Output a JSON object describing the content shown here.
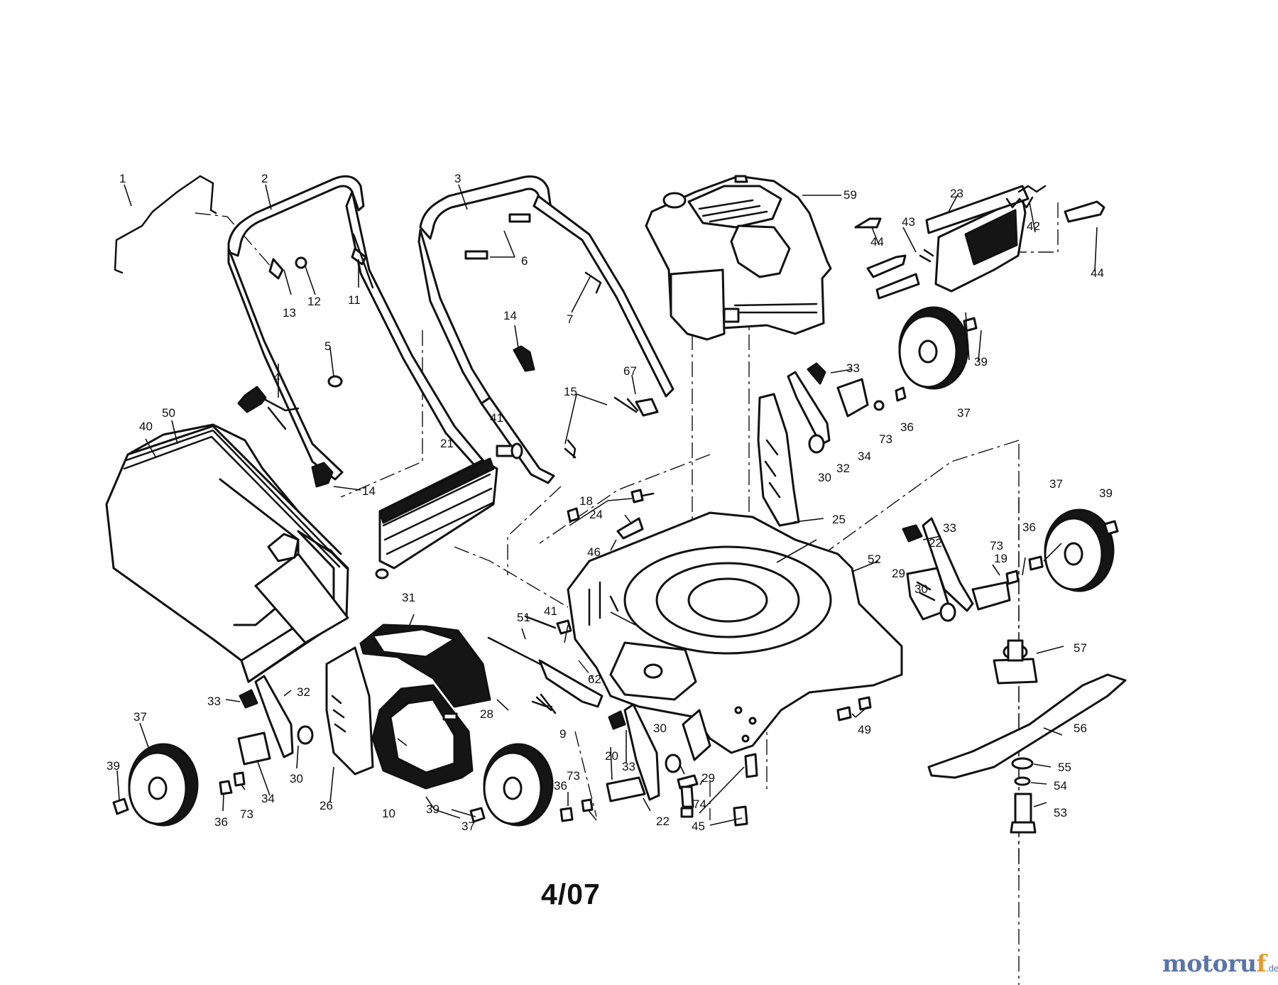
{
  "diagram": {
    "page_code": "4/07",
    "watermark": {
      "main": "motoru",
      "accent": "f",
      "tld": ".de"
    },
    "callouts": [
      {
        "id": "c1",
        "label": "1"
      },
      {
        "id": "c2",
        "label": "2"
      },
      {
        "id": "c3",
        "label": "3"
      },
      {
        "id": "c4",
        "label": "4"
      },
      {
        "id": "c5",
        "label": "5"
      },
      {
        "id": "c6",
        "label": "6"
      },
      {
        "id": "c7",
        "label": "7"
      },
      {
        "id": "c9",
        "label": "9"
      },
      {
        "id": "c10",
        "label": "10"
      },
      {
        "id": "c11",
        "label": "11"
      },
      {
        "id": "c12",
        "label": "12"
      },
      {
        "id": "c13",
        "label": "13"
      },
      {
        "id": "c14a",
        "label": "14"
      },
      {
        "id": "c14b",
        "label": "14"
      },
      {
        "id": "c15",
        "label": "15"
      },
      {
        "id": "c18",
        "label": "18"
      },
      {
        "id": "c19",
        "label": "19"
      },
      {
        "id": "c20",
        "label": "20"
      },
      {
        "id": "c21",
        "label": "21"
      },
      {
        "id": "c22a",
        "label": "22"
      },
      {
        "id": "c22b",
        "label": "22"
      },
      {
        "id": "c23",
        "label": "23"
      },
      {
        "id": "c24",
        "label": "24"
      },
      {
        "id": "c25",
        "label": "25"
      },
      {
        "id": "c26",
        "label": "26"
      },
      {
        "id": "c28",
        "label": "28"
      },
      {
        "id": "c29a",
        "label": "29"
      },
      {
        "id": "c29b",
        "label": "29"
      },
      {
        "id": "c30a",
        "label": "30"
      },
      {
        "id": "c30b",
        "label": "30"
      },
      {
        "id": "c30c",
        "label": "30"
      },
      {
        "id": "c30d",
        "label": "30"
      },
      {
        "id": "c31",
        "label": "31"
      },
      {
        "id": "c32a",
        "label": "32"
      },
      {
        "id": "c32b",
        "label": "32"
      },
      {
        "id": "c33a",
        "label": "33"
      },
      {
        "id": "c33b",
        "label": "33"
      },
      {
        "id": "c33c",
        "label": "33"
      },
      {
        "id": "c33d",
        "label": "33"
      },
      {
        "id": "c34a",
        "label": "34"
      },
      {
        "id": "c34b",
        "label": "34"
      },
      {
        "id": "c36a",
        "label": "36"
      },
      {
        "id": "c36b",
        "label": "36"
      },
      {
        "id": "c36c",
        "label": "36"
      },
      {
        "id": "c36d",
        "label": "36"
      },
      {
        "id": "c37a",
        "label": "37"
      },
      {
        "id": "c37b",
        "label": "37"
      },
      {
        "id": "c37c",
        "label": "37"
      },
      {
        "id": "c37d",
        "label": "37"
      },
      {
        "id": "c39a",
        "label": "39"
      },
      {
        "id": "c39b",
        "label": "39"
      },
      {
        "id": "c39c",
        "label": "39"
      },
      {
        "id": "c39d",
        "label": "39"
      },
      {
        "id": "c40",
        "label": "40"
      },
      {
        "id": "c41a",
        "label": "41"
      },
      {
        "id": "c41b",
        "label": "41"
      },
      {
        "id": "c42",
        "label": "42"
      },
      {
        "id": "c43",
        "label": "43"
      },
      {
        "id": "c44a",
        "label": "44"
      },
      {
        "id": "c44b",
        "label": "44"
      },
      {
        "id": "c45",
        "label": "45"
      },
      {
        "id": "c46",
        "label": "46"
      },
      {
        "id": "c49",
        "label": "49"
      },
      {
        "id": "c50",
        "label": "50"
      },
      {
        "id": "c51",
        "label": "51"
      },
      {
        "id": "c52",
        "label": "52"
      },
      {
        "id": "c53",
        "label": "53"
      },
      {
        "id": "c54",
        "label": "54"
      },
      {
        "id": "c55",
        "label": "55"
      },
      {
        "id": "c56",
        "label": "56"
      },
      {
        "id": "c57",
        "label": "57"
      },
      {
        "id": "c59",
        "label": "59"
      },
      {
        "id": "c62",
        "label": "62"
      },
      {
        "id": "c67",
        "label": "67"
      },
      {
        "id": "c73a",
        "label": "73"
      },
      {
        "id": "c73b",
        "label": "73"
      },
      {
        "id": "c73c",
        "label": "73"
      },
      {
        "id": "c73d",
        "label": "73"
      },
      {
        "id": "c74",
        "label": "74"
      }
    ]
  }
}
